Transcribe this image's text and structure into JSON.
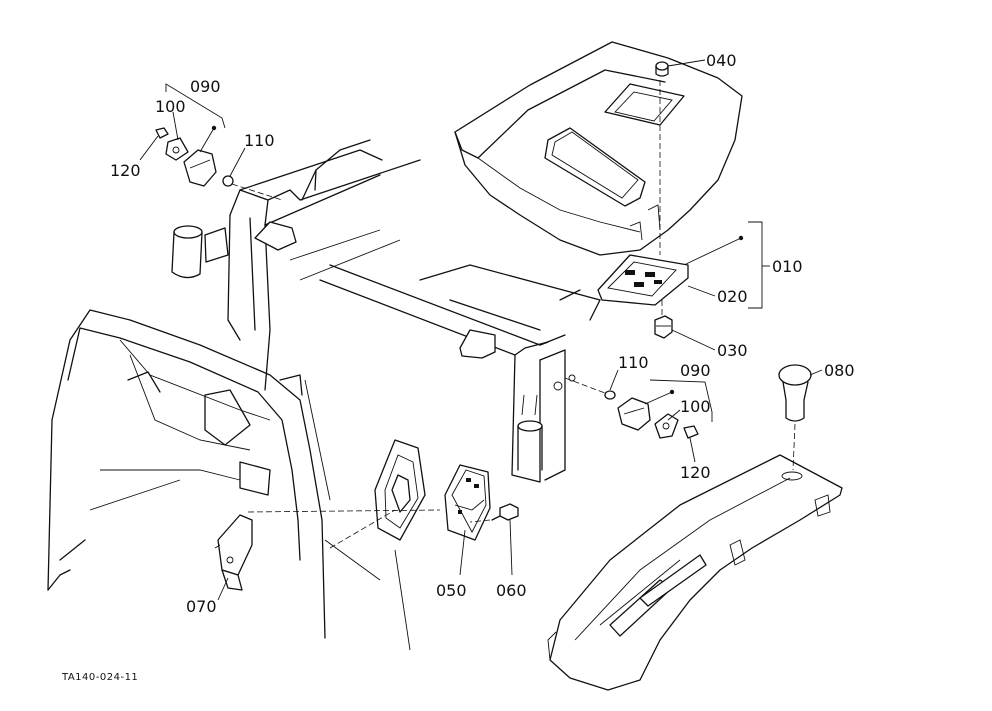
{
  "diagram_code": "TA140-024-11",
  "callouts": {
    "c090_top": "090",
    "c100_top": "100",
    "c110_top": "110",
    "c120_top": "120",
    "c040": "040",
    "c010": "010",
    "c020": "020",
    "c030": "030",
    "c110_mid": "110",
    "c090_mid": "090",
    "c100_mid": "100",
    "c120_mid": "120",
    "c080": "080",
    "c050": "050",
    "c060": "060",
    "c070": "070"
  }
}
